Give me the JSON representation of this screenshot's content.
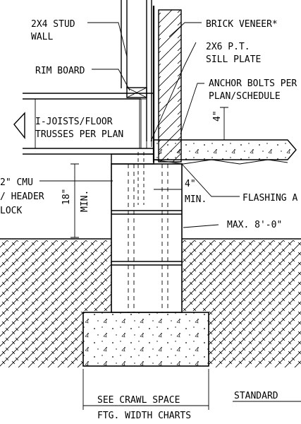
{
  "labels": {
    "stud_wall_1": "2X4 STUD",
    "stud_wall_2": "WALL",
    "brick": "BRICK VENEER*",
    "sill_1": "2X6 P.T.",
    "sill_2": "SILL PLATE",
    "anchor_1": "ANCHOR BOLTS PER",
    "anchor_2": "PLAN/SCHEDULE",
    "rim": "RIM BOARD",
    "joist_1": "I-JOISTS/FLOOR",
    "joist_2": "TRUSSES PER PLAN",
    "slab_dim": "4\"",
    "flash_dim": "4\"",
    "flash_min": "MIN.",
    "flashing": "FLASHING A",
    "cmu_1": "2\" CMU",
    "cmu_2": "/ HEADER",
    "cmu_3": "LOCK",
    "height_val": "18\"",
    "height_min": "MIN.",
    "max_height": "MAX. 8'-0\"",
    "footing_1": "SEE CRAWL SPACE",
    "footing_2": "FTG. WIDTH CHARTS",
    "standard": "STANDARD"
  }
}
